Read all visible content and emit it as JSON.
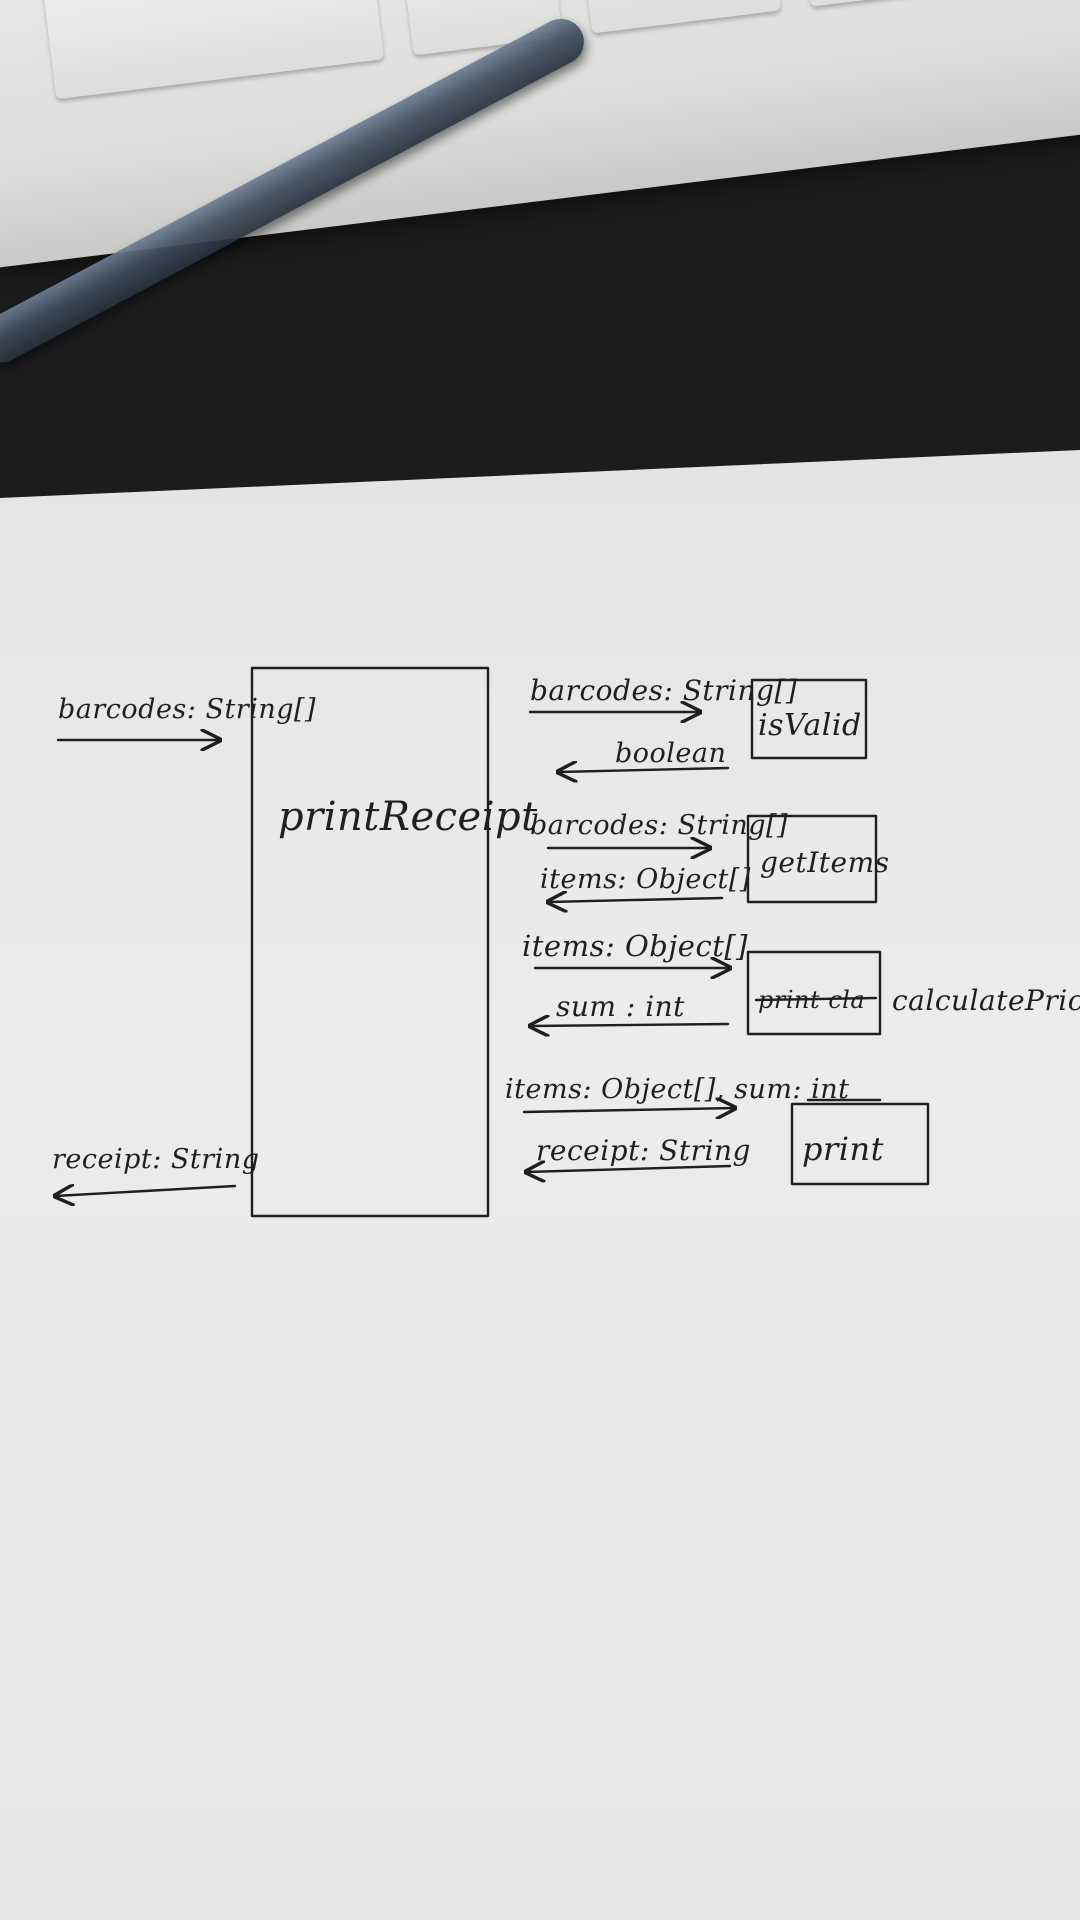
{
  "main_box": {
    "label": "printReceipt"
  },
  "left_inputs": {
    "input_label": "barcodes: String[]",
    "output_label": "receipt: String"
  },
  "calls": [
    {
      "box_label": "isValid",
      "send_label": "barcodes: String[]",
      "return_label": "boolean"
    },
    {
      "box_label": "getItems",
      "send_label": "barcodes: String[]",
      "return_label": "items: Object[]"
    },
    {
      "box_label": "print cla",
      "side_label": "calculatePrice",
      "send_label": "items: Object[]",
      "return_label": "sum : int"
    },
    {
      "box_label": "print",
      "send_label": "items: Object[], sum: int",
      "return_label": "receipt: String"
    }
  ]
}
